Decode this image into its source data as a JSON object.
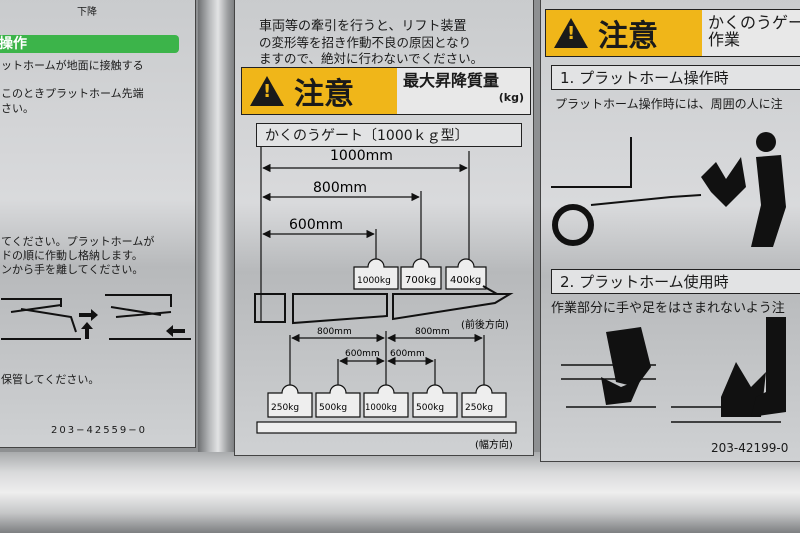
{
  "left_label": {
    "top_text": "下降",
    "section_bar": "操作",
    "lines_1": [
      "ットホームが地面に接触する",
      "このときプラットホーム先端",
      "さい。"
    ],
    "lines_2": [
      "てください。プラットホームが",
      "ドの順に作動し格納します。",
      "ンから手を離してください。"
    ],
    "storage_text": "保管してください。",
    "part_number": "203−42559−0"
  },
  "middle_label": {
    "warning_lines": [
      "車両等の牽引を行うと、リフト装置",
      "の変形等を招き作動不良の原因となり",
      "ますので、絶対に行わないでください。"
    ],
    "caution_word": "注意",
    "caution_title": "最大昇降質量",
    "caution_unit": "(kg)",
    "gate_title": "かくのうゲート〔1000ｋｇ型〕",
    "front_back": {
      "distances": [
        "1000mm",
        "800mm",
        "600mm"
      ],
      "weights": [
        "1000kg",
        "700kg",
        "400kg"
      ],
      "direction": "(前後方向)"
    },
    "width": {
      "distances": [
        "800mm",
        "800mm",
        "600mm",
        "600mm"
      ],
      "weights": [
        "250kg",
        "500kg",
        "1000kg",
        "500kg",
        "250kg"
      ],
      "direction": "(幅方向)"
    }
  },
  "right_label": {
    "caution_word": "注意",
    "caution_title_1": "かくのうゲー",
    "caution_title_2": "作業",
    "section1_title": "1. プラットホーム操作時",
    "section1_text": "プラットホーム操作時には、周囲の人に注",
    "section2_title": "2. プラットホーム使用時",
    "section2_text": "作業部分に手や足をはさまれないよう注",
    "part_number": "203-42199-0"
  },
  "colors": {
    "caution_yellow": "#f0b619",
    "green": "#3cb44a"
  }
}
